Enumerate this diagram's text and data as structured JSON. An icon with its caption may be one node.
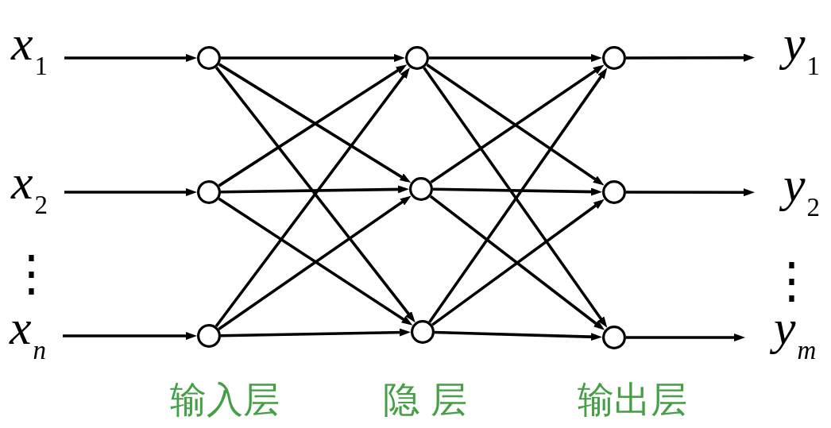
{
  "diagram": {
    "nodes": [
      {
        "text": [
          "*x*$_{1}$"
        ]
      },
      {
        "text": [
          "*x*$_{2}$"
        ]
      },
      {
        "text": [
          "x$_{n}$"
        ]
      },
      {
        "text": [],
        "shape": "circle"
      },
      {
        "text": [],
        "shape": "circle"
      },
      {
        "text": [],
        "shape": "circle"
      },
      {
        "text": [],
        "shape": "circle"
      },
      {
        "text": [],
        "shape": "circle"
      },
      {
        "text": [],
        "shape": "circle"
      },
      {
        "text": [],
        "shape": "circle"
      },
      {
        "text": [],
        "shape": "circle"
      },
      {
        "text": [],
        "shape": "circle"
      },
      {
        "text": [
          "*y*$_{1}$"
        ]
      },
      {
        "text": [
          "*y*$_{2}$"
        ]
      },
      {
        "text": [
          "y$_{m}$"
        ]
      }
    ],
    "edges": [
      {
        "from": 0,
        "to": 3,
        "arrow": "to"
      },
      {
        "from": 1,
        "to": 4,
        "arrow": "to"
      },
      {
        "from": 2,
        "to": 5,
        "arrow": "to"
      },
      {
        "from": 3,
        "to": 6,
        "arrow": "to"
      },
      {
        "from": 3,
        "to": 7,
        "arrow": "to"
      },
      {
        "from": 3,
        "to": 8,
        "arrow": "to"
      },
      {
        "from": 4,
        "to": 6,
        "arrow": "to"
      },
      {
        "from": 4,
        "to": 7,
        "arrow": "to"
      },
      {
        "from": 4,
        "to": 8,
        "arrow": "to"
      },
      {
        "from": 5,
        "to": 6,
        "arrow": "to"
      },
      {
        "from": 5,
        "to": 7,
        "arrow": "to"
      },
      {
        "from": 5,
        "to": 8,
        "arrow": "to"
      },
      {
        "from": 6,
        "to": 9,
        "arrow": "to"
      },
      {
        "from": 6,
        "to": 10,
        "arrow": "to"
      },
      {
        "from": 6,
        "to": 11,
        "arrow": "to"
      },
      {
        "from": 7,
        "to": 9,
        "arrow": "to"
      },
      {
        "from": 7,
        "to": 10,
        "arrow": "to"
      },
      {
        "from": 7,
        "to": 11,
        "arrow": "to"
      },
      {
        "from": 8,
        "to": 9,
        "arrow": "to"
      },
      {
        "from": 8,
        "to": 10,
        "arrow": "to"
      },
      {
        "from": 8,
        "to": 11,
        "arrow": "to"
      },
      {
        "from": 9,
        "to": 12,
        "arrow": "to"
      },
      {
        "from": 10,
        "to": 13,
        "arrow": "to"
      },
      {
        "from": 11,
        "to": 14,
        "arrow": "to"
      }
    ],
    "labels": [
      "⋮",
      "⋮",
      "输入层",
      "隐 层",
      "输出层"
    ]
  }
}
